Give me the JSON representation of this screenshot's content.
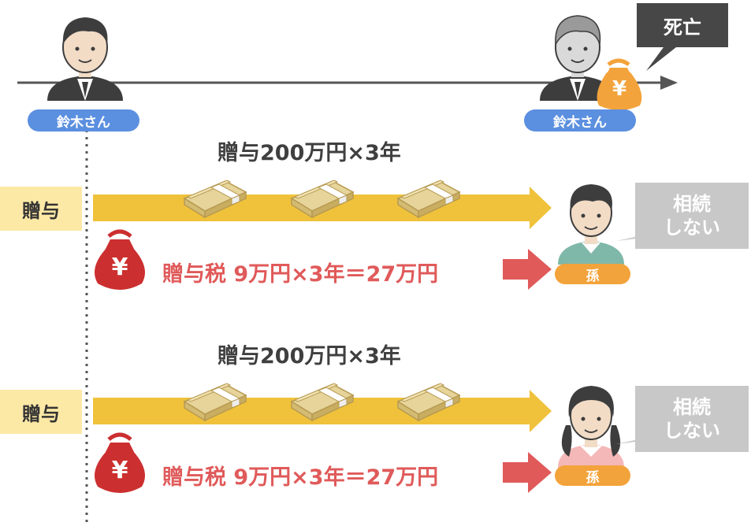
{
  "header": {
    "grandfather_label_left": "鈴木さん",
    "grandfather_label_right": "鈴木さん",
    "death_label": "死亡",
    "money_bag_symbol": "¥"
  },
  "rows": [
    {
      "gift_amount_text": "贈与200万円×3年",
      "row_label": "贈与",
      "tax_text": "贈与税 9万円×3年＝27万円",
      "recipient_label": "孫",
      "inheritance_note_line1": "相続",
      "inheritance_note_line2": "しない",
      "tax_bag_symbol": "¥",
      "recipient_icon": "grandson-icon"
    },
    {
      "gift_amount_text": "贈与200万円×3年",
      "row_label": "贈与",
      "tax_text": "贈与税 9万円×3年＝27万円",
      "recipient_label": "孫",
      "inheritance_note_line1": "相続",
      "inheritance_note_line2": "しない",
      "tax_bag_symbol": "¥",
      "recipient_icon": "granddaughter-icon"
    }
  ],
  "colors": {
    "timeline": "#555555",
    "gift_arrow": "#f0c23b",
    "tax_arrow": "#e05a5a",
    "tax_bag": "#cc2f2f",
    "estate_bag": "#f3a33b",
    "label_bg": "#fde9a6",
    "pill_blue": "#5b8fe0",
    "pill_orange": "#f3a33b"
  }
}
